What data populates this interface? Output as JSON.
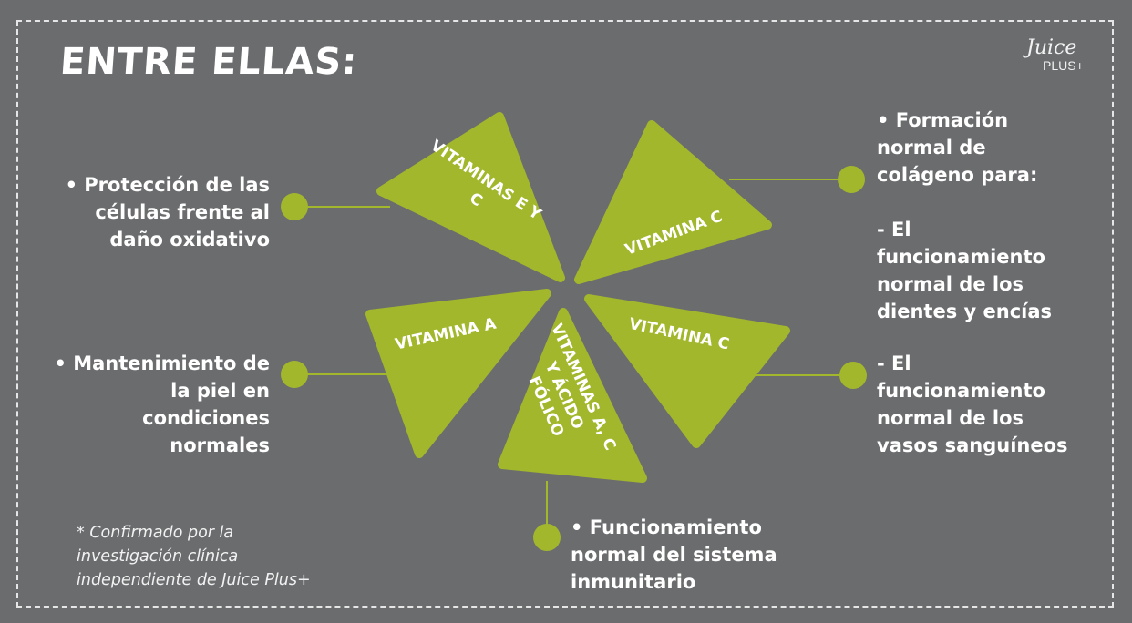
{
  "title": "ENTRE ELLAS:",
  "logo": {
    "line1": "Juice",
    "line2": "PLUS+"
  },
  "segments": [
    {
      "label_lines": [
        "VITAMINAS E Y",
        "C"
      ]
    },
    {
      "label_lines": [
        "VITAMINA C"
      ]
    },
    {
      "label_lines": [
        "VITAMINA A"
      ]
    },
    {
      "label_lines": [
        "VITAMINA C"
      ]
    },
    {
      "label_lines": [
        "VITAMINAS A, C",
        "Y ÁCIDO",
        "FÓLICO"
      ]
    }
  ],
  "benefits": {
    "left_top": "• Protección de las\ncélulas frente al\ndaño oxidativo",
    "left_middle": "• Mantenimiento de\nla piel en\ncondiciones\nnormales",
    "right_top": "• Formación\nnormal de\ncolágeno para:\n\n- El\nfuncionamiento\nnormal de los\ndientes y encías",
    "right_bottom": "- El\nfuncionamiento\nnormal de los\nvasos sanguíneos",
    "bottom": "• Funcionamiento\nnormal del sistema\ninmunitario"
  },
  "footnote": "* Confirmado por la\ninvestigación clínica\nindependiente de Juice Plus+",
  "colors": {
    "background": "#6b6c6e",
    "accent_green": "#a2b72c",
    "text": "#ffffff"
  }
}
